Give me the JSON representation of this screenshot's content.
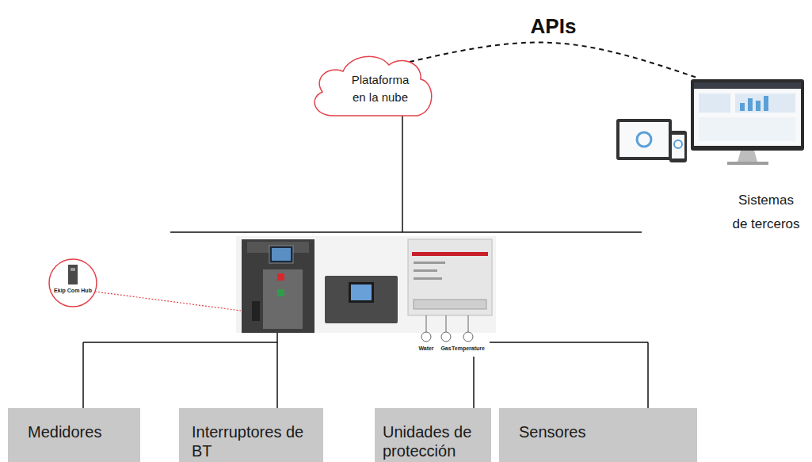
{
  "diagram": {
    "nodes": [
      {
        "text": [
          "Plataforma en la nube"
        ]
      },
      {
        "text": [
          "Sistemas de terceros"
        ]
      },
      {
        "text": [
          "Ekip Com Hub"
        ]
      },
      {
        "text": [
          "Medidores"
        ]
      },
      {
        "text": [
          "Interruptores de BT"
        ]
      },
      {
        "text": [
          "Unidades de protección"
        ]
      },
      {
        "text": [
          "Sensores"
        ]
      }
    ],
    "edges": [
      {
        "from": 0,
        "to": 1,
        "arrow": "none",
        "label": "APIs"
      }
    ],
    "labels": [
      "Water",
      "Gas",
      "Temperature"
    ]
  }
}
